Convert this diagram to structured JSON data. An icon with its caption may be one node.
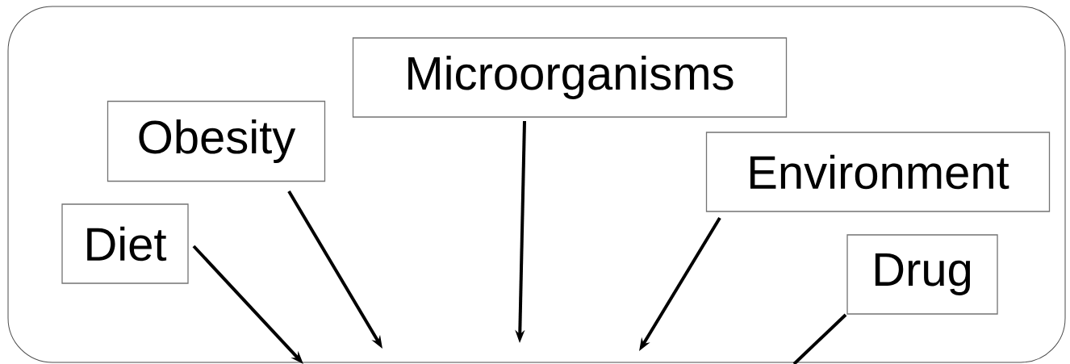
{
  "diagram": {
    "nodes": [
      {
        "text": [
          "Microorganisms"
        ]
      },
      {
        "text": [
          "Obesity"
        ]
      },
      {
        "text": [
          "Environment"
        ]
      },
      {
        "text": [
          "Diet"
        ]
      },
      {
        "text": [
          "Drug"
        ]
      }
    ],
    "edges": [
      {
        "from": 3,
        "to": null,
        "arrow": "to"
      },
      {
        "from": 1,
        "to": null,
        "arrow": "to"
      },
      {
        "from": 0,
        "to": null,
        "arrow": "to"
      },
      {
        "from": 2,
        "to": null,
        "arrow": "to"
      },
      {
        "from": 4,
        "to": null,
        "arrow": "none"
      }
    ]
  }
}
